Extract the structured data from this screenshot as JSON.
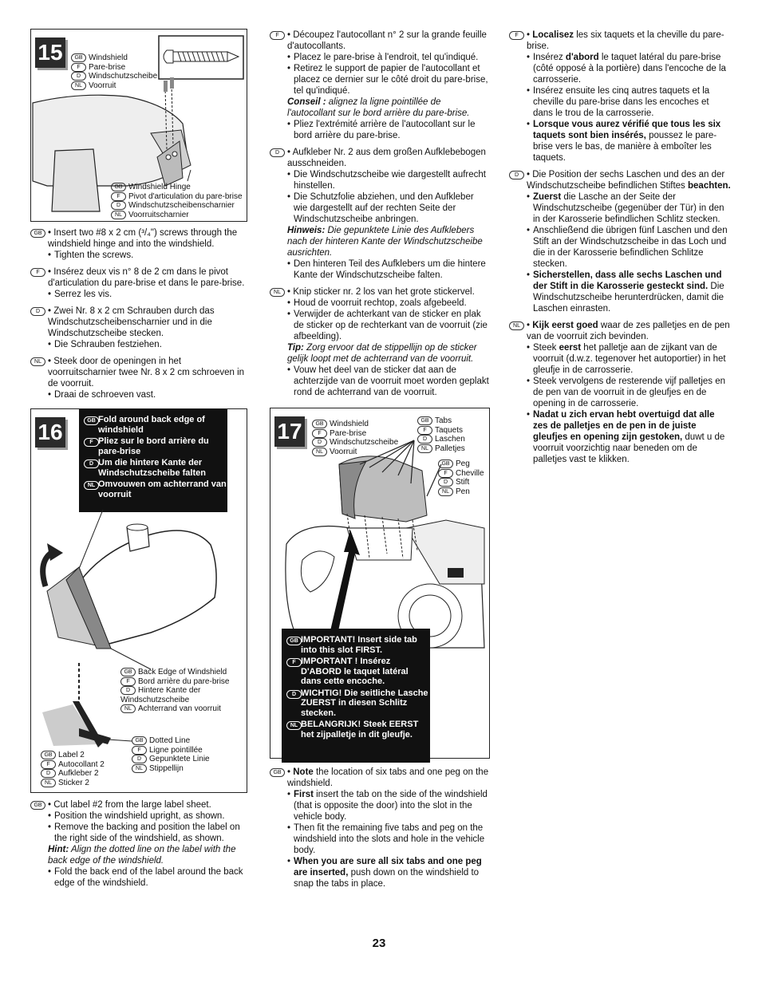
{
  "page_number": "23",
  "step15": {
    "number": "15",
    "part_labels": [
      {
        "lang": "GB",
        "text": "Windshield"
      },
      {
        "lang": "F",
        "text": "Pare-brise"
      },
      {
        "lang": "D",
        "text": "Windschutzscheibe"
      },
      {
        "lang": "NL",
        "text": "Voorruit"
      }
    ],
    "hinge_labels": [
      {
        "lang": "GB",
        "text": "Windshield Hinge"
      },
      {
        "lang": "F",
        "text": "Pivot d'articulation du pare-brise"
      },
      {
        "lang": "D",
        "text": "Windschutzscheibenscharnier"
      },
      {
        "lang": "NL",
        "text": "Voorruitscharnier"
      }
    ],
    "instructions": [
      {
        "lang": "GB",
        "first": "Insert two #8 x 2 cm (³/₄\") screws through the windshield hinge and into the windshield.",
        "items": [
          "Tighten the screws."
        ]
      },
      {
        "lang": "F",
        "first": "Insérez deux vis n° 8 de 2 cm dans le pivot d'articulation du pare-brise et dans le pare-brise.",
        "items": [
          "Serrez les vis."
        ]
      },
      {
        "lang": "D",
        "first": "Zwei Nr. 8 x 2 cm Schrauben durch das Windschutzscheibenscharnier und in die Windschutzscheibe stecken.",
        "items": [
          "Die Schrauben festziehen."
        ]
      },
      {
        "lang": "NL",
        "first": "Steek door de openingen in het voorruitscharnier twee Nr. 8 x 2 cm schroeven in de voorruit.",
        "items": [
          "Draai de schroeven vast."
        ]
      }
    ]
  },
  "step16": {
    "number": "16",
    "callout": [
      {
        "lang": "GB",
        "text": "Fold around back edge of windshield"
      },
      {
        "lang": "F",
        "text": "Pliez sur le bord arrière du pare-brise"
      },
      {
        "lang": "D",
        "text": "Um die hintere Kante der Windschutzscheibe falten"
      },
      {
        "lang": "NL",
        "text": "Omvouwen om achterrand van voorruit"
      }
    ],
    "back_edge_labels": [
      {
        "lang": "GB",
        "text": "Back Edge of Windshield"
      },
      {
        "lang": "F",
        "text": "Bord arrière du pare-brise"
      },
      {
        "lang": "D",
        "text": "Hintere Kante der Windschutzscheibe"
      },
      {
        "lang": "NL",
        "text": "Achterrand van voorruit"
      }
    ],
    "dotted_labels": [
      {
        "lang": "GB",
        "text": "Dotted Line"
      },
      {
        "lang": "F",
        "text": "Ligne pointillée"
      },
      {
        "lang": "D",
        "text": "Gepunktete Linie"
      },
      {
        "lang": "NL",
        "text": "Stippellijn"
      }
    ],
    "sticker_labels": [
      {
        "lang": "GB",
        "text": "Label 2"
      },
      {
        "lang": "F",
        "text": "Autocollant 2"
      },
      {
        "lang": "D",
        "text": "Aufkleber 2"
      },
      {
        "lang": "NL",
        "text": "Sticker 2"
      }
    ],
    "instructions_gb": {
      "lang": "GB",
      "first": "Cut label #2 from the large label sheet.",
      "items": [
        "Position the windshield upright, as shown.",
        "Remove the backing and position the label on the right side of the windshield, as shown."
      ],
      "hint_label": "Hint:",
      "hint_text": "Align the dotted line on the label with the back edge of the windshield.",
      "last": "Fold the back end of the label around the back edge of the windshield."
    },
    "instructions_other": [
      {
        "lang": "F",
        "first": "Découpez l'autocollant n° 2 sur la grande feuille d'autocollants.",
        "items": [
          "Placez le pare-brise à l'endroit, tel qu'indiqué.",
          "Retirez le support de papier de l'autocollant et placez ce dernier sur le côté droit du pare-brise, tel qu'indiqué."
        ],
        "hint_label": "Conseil :",
        "hint_text": "alignez la ligne pointillée de l'autocollant sur le bord arrière du pare-brise.",
        "last": "Pliez l'extrémité arrière de l'autocollant sur le bord arrière du pare-brise."
      },
      {
        "lang": "D",
        "first": "Aufkleber Nr. 2 aus dem großen Aufklebebogen ausschneiden.",
        "items": [
          "Die Windschutzscheibe wie dargestellt aufrecht hinstellen.",
          "Die Schutzfolie abziehen, und den Aufkleber wie dargestellt auf der rechten Seite der Windschutzscheibe anbringen."
        ],
        "hint_label": "Hinweis:",
        "hint_text": "Die gepunktete Linie des Aufklebers nach der hinteren Kante der Windschutzscheibe ausrichten.",
        "last": "Den hinteren Teil des Aufklebers um die hintere Kante der Windschutzscheibe falten."
      },
      {
        "lang": "NL",
        "first": "Knip sticker nr. 2 los van het grote stickervel.",
        "items": [
          "Houd de voorruit rechtop, zoals afgebeeld.",
          "Verwijder de achterkant van de sticker en plak de sticker op de rechterkant van de voorruit (zie afbeelding)."
        ],
        "hint_label": "Tip:",
        "hint_text": "Zorg ervoor dat de stippellijn op de sticker gelijk loopt met de achterrand van de voorruit.",
        "last": "Vouw het deel van de sticker dat aan de achterzijde van de voorruit moet worden geplakt rond de achterrand van de voorruit."
      }
    ]
  },
  "step17": {
    "number": "17",
    "windshield_labels": [
      {
        "lang": "GB",
        "text": "Windshield"
      },
      {
        "lang": "F",
        "text": "Pare-brise"
      },
      {
        "lang": "D",
        "text": "Windschutzscheibe"
      },
      {
        "lang": "NL",
        "text": "Voorruit"
      }
    ],
    "tabs_labels": [
      {
        "lang": "GB",
        "text": "Tabs"
      },
      {
        "lang": "F",
        "text": "Taquets"
      },
      {
        "lang": "D",
        "text": "Laschen"
      },
      {
        "lang": "NL",
        "text": "Palletjes"
      }
    ],
    "peg_labels": [
      {
        "lang": "GB",
        "text": "Peg"
      },
      {
        "lang": "F",
        "text": "Cheville"
      },
      {
        "lang": "D",
        "text": "Stift"
      },
      {
        "lang": "NL",
        "text": "Pen"
      }
    ],
    "callout": [
      {
        "lang": "GB",
        "text": "IMPORTANT! Insert side tab into this slot FIRST."
      },
      {
        "lang": "F",
        "text": "IMPORTANT ! Insérez D'ABORD le taquet latéral dans cette encoche."
      },
      {
        "lang": "D",
        "text": "WICHTIG! Die seitliche Lasche ZUERST in diesen Schlitz stecken."
      },
      {
        "lang": "NL",
        "text": "BELANGRIJK! Steek EERST het zijpalletje in dit gleufje."
      }
    ],
    "instructions_gb": {
      "lang": "GB",
      "first_bold": "Note",
      "first_rest": " the location of six tabs and one peg on the windshield.",
      "items": [
        {
          "bold": "First",
          "rest": " insert the tab on the side of the windshield (that is opposite the door) into the slot in the vehicle body."
        },
        {
          "bold": "",
          "rest": "Then fit the remaining five tabs and peg on the windshield into the slots and hole in the vehicle body."
        },
        {
          "bold": "When you are sure all six tabs and one peg are inserted,",
          "rest": " push down on the windshield to snap the tabs in place."
        }
      ]
    },
    "instructions_other": [
      {
        "lang": "F",
        "first_bold": "Localisez",
        "first_rest": " les six taquets et la cheville du pare-brise.",
        "items": [
          {
            "bold": "",
            "pre": "Insérez ",
            "mid": "d'abord",
            "rest": " le taquet latéral du pare-brise (côté opposé à la portière) dans l'encoche de la carrosserie."
          },
          {
            "bold": "",
            "pre": "",
            "mid": "",
            "rest": "Insérez ensuite les cinq autres taquets et la cheville du pare-brise dans les encoches et dans le trou de la carrosserie."
          },
          {
            "bold": "Lorsque vous aurez vérifié que tous les six taquets sont bien insérés,",
            "pre": "",
            "mid": "",
            "rest": " poussez le pare-brise vers le bas, de manière à emboîter les taquets."
          }
        ]
      },
      {
        "lang": "D",
        "first_bold": "",
        "first_rest": "Die Position der sechs Laschen und des an der Windschutzscheibe befindlichen Stiftes ",
        "first_tail": "beachten.",
        "items": [
          {
            "bold": "Zuerst",
            "pre": "",
            "mid": "",
            "rest": " die Lasche an der Seite der Windschutzscheibe (gegenüber der Tür) in den in der Karosserie befindlichen Schlitz stecken."
          },
          {
            "bold": "",
            "pre": "",
            "mid": "",
            "rest": "Anschließend die übrigen fünf Laschen und den Stift an der Windschutzscheibe in das Loch und die in der Karosserie befindlichen Schlitze stecken."
          },
          {
            "bold": "Sicherstellen, dass alle sechs Laschen und der Stift in die Karosserie gesteckt sind.",
            "pre": "",
            "mid": "",
            "rest": " Die Windschutzscheibe herunterdrücken, damit die Laschen einrasten."
          }
        ]
      },
      {
        "lang": "NL",
        "first_bold": "Kijk eerst goed",
        "first_rest": " waar de zes palletjes en de pen van de voorruit zich bevinden.",
        "items": [
          {
            "bold": "",
            "pre": "Steek ",
            "mid": "eerst",
            "rest": " het palletje aan de zijkant van de voorruit (d.w.z. tegenover het autoportier) in het gleufje in de carrosserie."
          },
          {
            "bold": "",
            "pre": "",
            "mid": "",
            "rest": "Steek vervolgens de resterende vijf palletjes en de pen van de voorruit in de gleufjes en de opening in de carrosserie."
          },
          {
            "bold": "Nadat u zich ervan hebt overtuigd dat alle zes de palletjes en de pen in de juiste gleufjes en opening zijn gestoken,",
            "pre": "",
            "mid": "",
            "rest": " duwt u de voorruit voorzichtig naar beneden om de palletjes vast te klikken."
          }
        ]
      }
    ]
  }
}
